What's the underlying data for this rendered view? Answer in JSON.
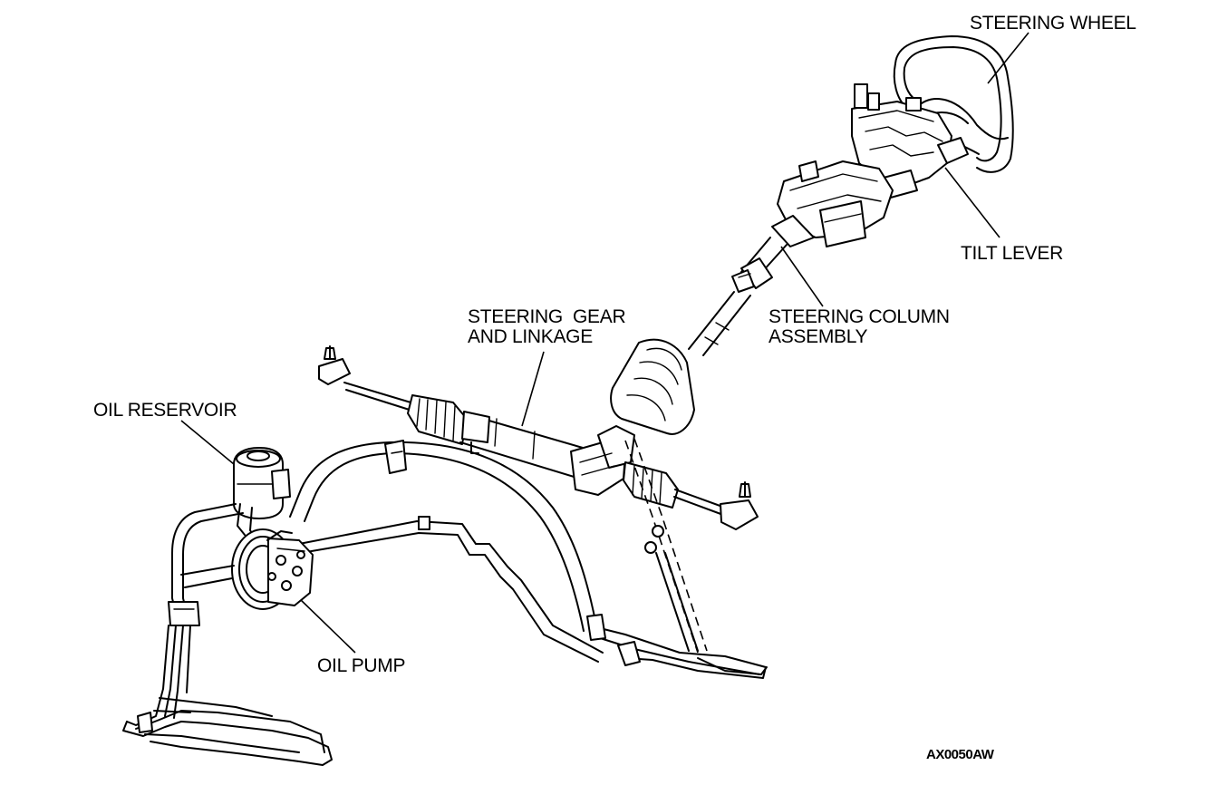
{
  "labels": {
    "steering_wheel": "STEERING WHEEL",
    "tilt_lever": "TILT LEVER",
    "steering_column_line1": "STEERING COLUMN",
    "steering_column_line2": "ASSEMBLY",
    "steering_gear_line1": "STEERING  GEAR",
    "steering_gear_line2": "AND LINKAGE",
    "oil_reservoir": "OIL RESERVOIR",
    "oil_pump": "OIL PUMP"
  },
  "figure_code": "AX0050AW"
}
